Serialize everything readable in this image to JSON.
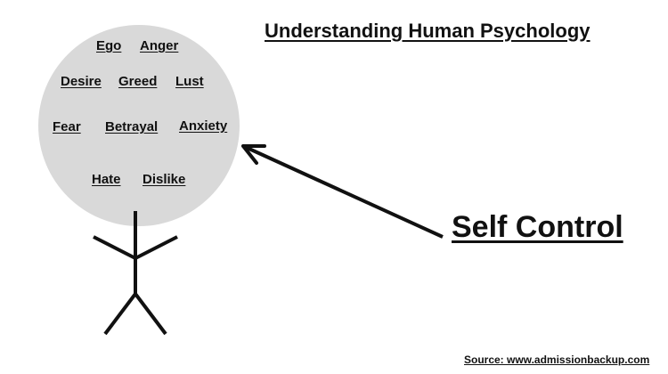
{
  "title": "Understanding Human Psychology",
  "emotions": {
    "ego": "Ego",
    "anger": "Anger",
    "desire": "Desire",
    "greed": "Greed",
    "lust": "Lust",
    "fear": "Fear",
    "betrayal": "Betrayal",
    "anxiety": "Anxiety",
    "hate": "Hate",
    "dislike": "Dislike"
  },
  "self_control_label": "Self Control",
  "source": "Source: www.admissionbackup.com",
  "colors": {
    "head_fill": "#d9d9d9",
    "stroke": "#111111",
    "background": "#ffffff"
  }
}
